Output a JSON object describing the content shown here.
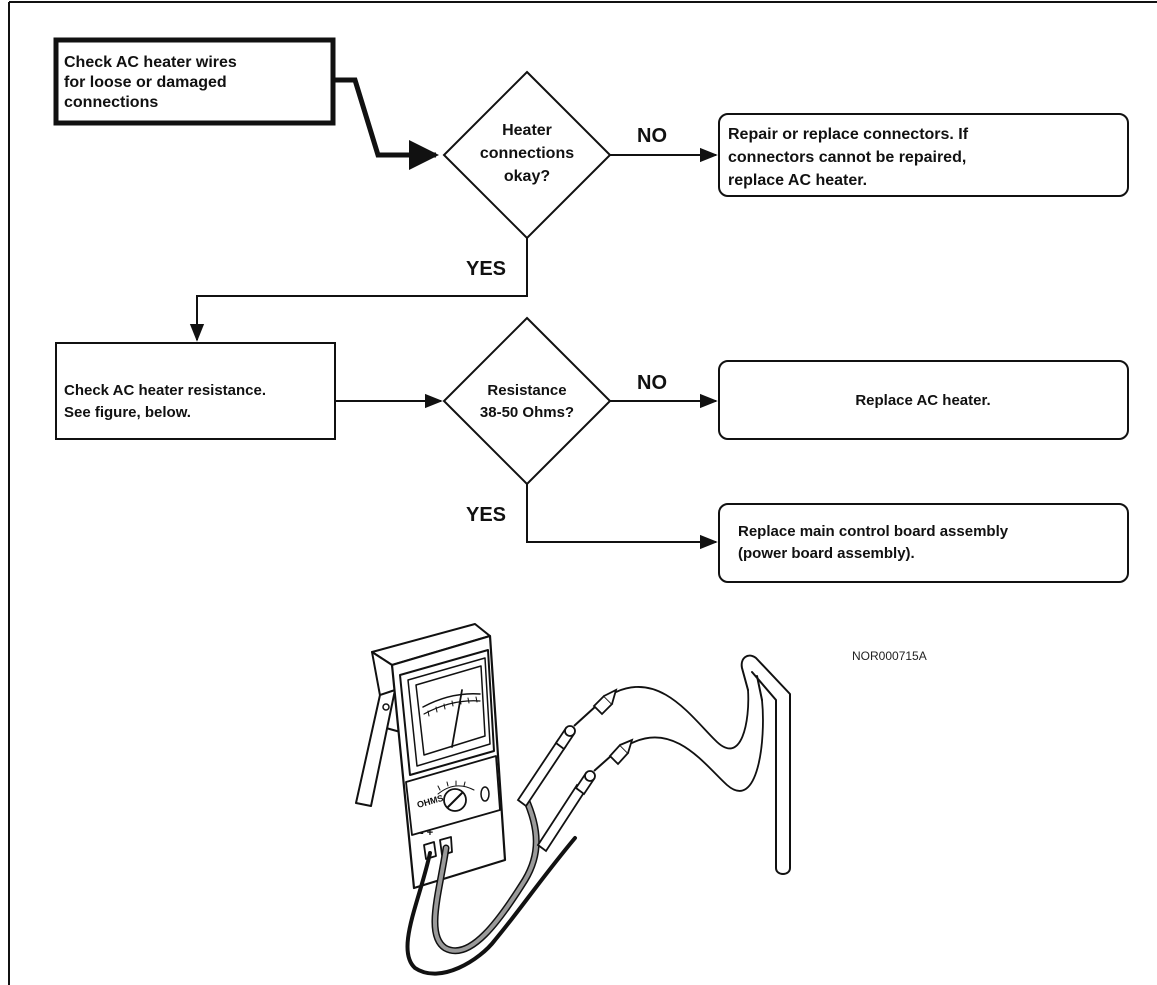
{
  "flowchart": {
    "start_box": {
      "line1": "Check AC heater wires",
      "line2": "for loose or damaged",
      "line3": "connections"
    },
    "decision1": {
      "line1": "Heater",
      "line2": "connections",
      "line3": "okay?",
      "no_label": "NO",
      "yes_label": "YES"
    },
    "repair_box": {
      "line1": "Repair or replace connectors. If",
      "line2": "connectors cannot be repaired,",
      "line3": "replace AC heater."
    },
    "resistance_box": {
      "line1": "Check AC heater resistance.",
      "line2": "See figure, below."
    },
    "decision2": {
      "line1": "Resistance",
      "line2": "38-50 Ohms?",
      "no_label": "NO",
      "yes_label": "YES"
    },
    "replace_heater_box": {
      "line1": "Replace AC heater."
    },
    "replace_board_box": {
      "line1": "Replace main control board assembly",
      "line2": "(power board assembly)."
    }
  },
  "figure": {
    "meter_dial_label": "OHMS",
    "figure_code": "NOR000715A"
  },
  "colors": {
    "line": "#111111",
    "grey_lead": "#9a9a9a",
    "background": "#ffffff"
  }
}
